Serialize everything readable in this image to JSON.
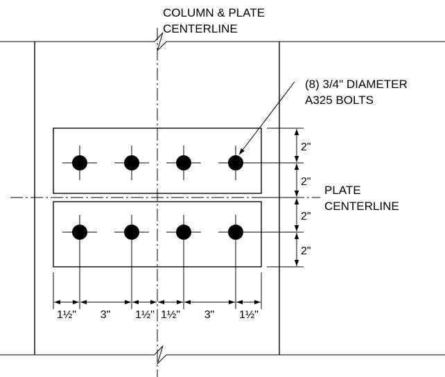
{
  "notes": {
    "column_centerline": [
      "COLUMN & PLATE",
      "CENTERLINE"
    ],
    "bolts": [
      "(8) 3/4\" DIAMETER",
      "A325 BOLTS"
    ],
    "plate_centerline": [
      "PLATE",
      "CENTERLINE"
    ]
  },
  "dimensions": {
    "horizontal": [
      "1½\"",
      "3\"",
      "1½\"",
      "1½\"",
      "3\"",
      "1½\""
    ],
    "vertical": [
      "2\"",
      "2\"",
      "2\"",
      "2\""
    ]
  },
  "bolt_count": 8
}
